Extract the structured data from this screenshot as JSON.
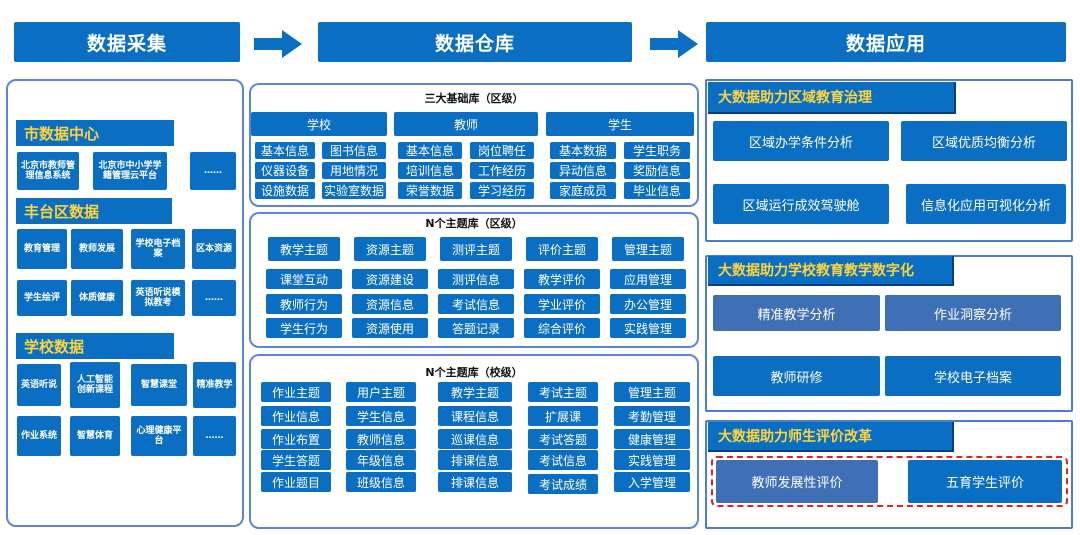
{
  "headers": {
    "collect": "数据采集",
    "warehouse": "数据仓库",
    "apply": "数据应用"
  },
  "left": {
    "city": {
      "label": "市数据中心",
      "items": [
        "北京市教师管理信息系统",
        "北京市中小学学籍管理云平台",
        "……"
      ]
    },
    "district": {
      "label": "丰台区数据",
      "items": [
        "教育管理",
        "教师发展",
        "学校电子档案",
        "区本资源",
        "学生绘评",
        "体质健康",
        "英语听说模拟教考",
        "……"
      ]
    },
    "school": {
      "label": "学校数据",
      "items": [
        "英语听说",
        "人工智能创新课程",
        "智慧课堂",
        "精准教学",
        "作业系统",
        "智慧体育",
        "心理健康平台",
        "……"
      ]
    }
  },
  "middle": {
    "base": {
      "title": "三大基础库（区级）",
      "heads": [
        "学校",
        "教师",
        "学生"
      ],
      "rows": [
        [
          "基本信息",
          "图书信息",
          "基本信息",
          "岗位聘任",
          "基本数据",
          "学生职务"
        ],
        [
          "仪器设备",
          "用地情况",
          "培训信息",
          "工作经历",
          "异动信息",
          "奖励信息"
        ],
        [
          "设施数据",
          "实验室数据",
          "荣誉数据",
          "学习经历",
          "家庭成员",
          "毕业信息"
        ]
      ]
    },
    "district_topics": {
      "title": "N个主题库（区级）",
      "columns": [
        [
          "教学主题",
          "课堂互动",
          "教师行为",
          "学生行为"
        ],
        [
          "资源主题",
          "资源建设",
          "资源信息",
          "资源使用"
        ],
        [
          "测评主题",
          "测评信息",
          "考试信息",
          "答题记录"
        ],
        [
          "评价主题",
          "教学评价",
          "学业评价",
          "综合评价"
        ],
        [
          "管理主题",
          "应用管理",
          "办公管理",
          "实践管理"
        ]
      ]
    },
    "school_topics": {
      "title": "N个主题库（校级）",
      "columns": [
        [
          "作业主题",
          "作业信息",
          "作业布置",
          "学生答题",
          "作业题目"
        ],
        [
          "用户主题",
          "学生信息",
          "教师信息",
          "年级信息",
          "班级信息"
        ],
        [
          "教学主题",
          "课程信息",
          "巡课信息",
          "排课信息",
          "排课信息"
        ],
        [
          "考试主题",
          "扩展课",
          "考试答题",
          "考试信息",
          "考试成绩"
        ],
        [
          "管理主题",
          "考勤管理",
          "健康管理",
          "实践管理",
          "入学管理"
        ]
      ]
    }
  },
  "right": {
    "governance": {
      "label": "大数据助力区域教育治理",
      "items": [
        "区域办学条件分析",
        "区域优质均衡分析",
        "区域运行成效驾驶舱",
        "信息化应用可视化分析"
      ]
    },
    "digital": {
      "label": "大数据助力学校教育教学数字化",
      "items": [
        "精准教学分析",
        "作业洞察分析",
        "教师研修",
        "学校电子档案"
      ]
    },
    "evaluation": {
      "label": "大数据助力师生评价改革",
      "items": [
        "教师发展性评价",
        "五育学生评价"
      ]
    }
  },
  "colors": {
    "tile": "#0a6fc2",
    "panel_border": "#5b86d6",
    "label_text": "#ffd43b",
    "dashed": "#e0202a"
  }
}
